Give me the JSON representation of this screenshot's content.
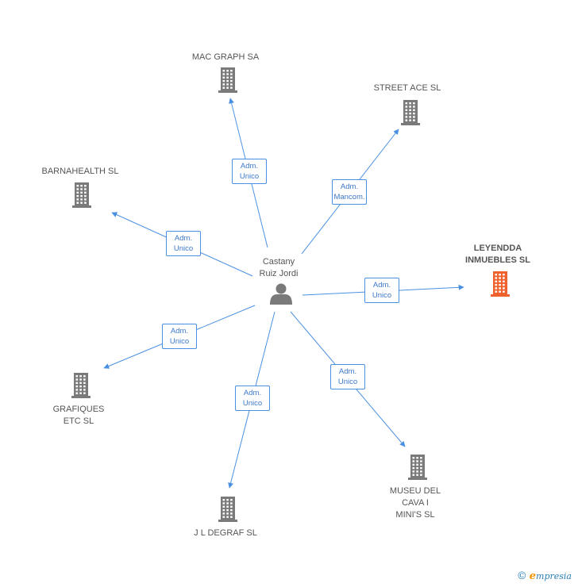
{
  "person": {
    "name": "Castany\nRuiz Jordi"
  },
  "companies": [
    {
      "id": "mac",
      "name": "MAC GRAPH SA",
      "highlight": false
    },
    {
      "id": "street",
      "name": "STREET ACE SL",
      "highlight": false
    },
    {
      "id": "barna",
      "name": "BARNAHEALTH SL",
      "highlight": false
    },
    {
      "id": "leyendda",
      "name": "LEYENDDA\nINMUEBLES SL",
      "highlight": true
    },
    {
      "id": "grafiques",
      "name": "GRAFIQUES\nETC SL",
      "highlight": false
    },
    {
      "id": "degraf",
      "name": "J L DEGRAF SL",
      "highlight": false
    },
    {
      "id": "museu",
      "name": "MUSEU DEL\nCAVA I\nMINI'S SL",
      "highlight": false
    }
  ],
  "relations": [
    {
      "to": "mac",
      "label": "Adm.\nUnico"
    },
    {
      "to": "street",
      "label": "Adm.\nMancom."
    },
    {
      "to": "barna",
      "label": "Adm.\nUnico"
    },
    {
      "to": "leyendda",
      "label": "Adm.\nUnico"
    },
    {
      "to": "grafiques",
      "label": "Adm.\nUnico"
    },
    {
      "to": "degraf",
      "label": "Adm.\nUnico"
    },
    {
      "to": "museu",
      "label": "Adm.\nUnico"
    }
  ],
  "colors": {
    "edge": "#4a90e2",
    "building": "#7a7a7a",
    "building_highlight": "#f0622d",
    "person": "#7a7a7a"
  },
  "watermark": {
    "symbol": "©",
    "brand_initial": "e",
    "brand_rest": "mpresia"
  }
}
